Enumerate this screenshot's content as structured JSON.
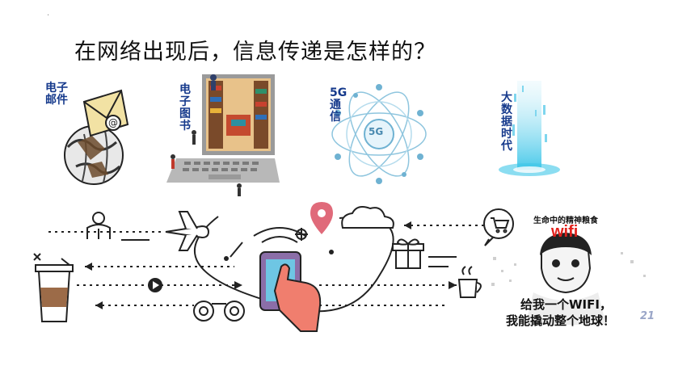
{
  "slide": {
    "title": "在网络出现后，信息传递是怎样的？",
    "dot": "·"
  },
  "topics": [
    {
      "label": "电子邮件",
      "icon": "email-globe-icon"
    },
    {
      "label": "电子图书",
      "icon": "laptop-library-icon"
    },
    {
      "label": "5G通信",
      "icon": "5g-network-icon"
    },
    {
      "label": "大数据时代",
      "icon": "data-beam-icon"
    }
  ],
  "topic_parts": {
    "email_line1": "电子",
    "email_line2": "邮件",
    "ebook": "电子图书",
    "g5_line1": "5G",
    "g5_line2": "通信",
    "g5_center": "5G",
    "bigdata": "大数据时代"
  },
  "meme": {
    "caption_top": "生命中的精神粮食",
    "wifi": "wifi",
    "line1": "给我一个WIFI，",
    "line2": "我能撬动整个地球！",
    "watermark": "21"
  },
  "icons": [
    "user-icon",
    "airplane-icon",
    "location-pin-icon",
    "cloud-icon",
    "shopping-cart-icon",
    "gift-icon",
    "coffee-cup-icon",
    "hot-drink-icon",
    "binoculars-icon",
    "play-icon",
    "phone-touch-icon",
    "sparkle-icon"
  ],
  "colors": {
    "accent_red": "#e2211c",
    "label_blue": "#163a8c",
    "pin_pink": "#e06a7a",
    "phone_purple": "#8b6ea8",
    "hand_coral": "#f07e6e"
  }
}
